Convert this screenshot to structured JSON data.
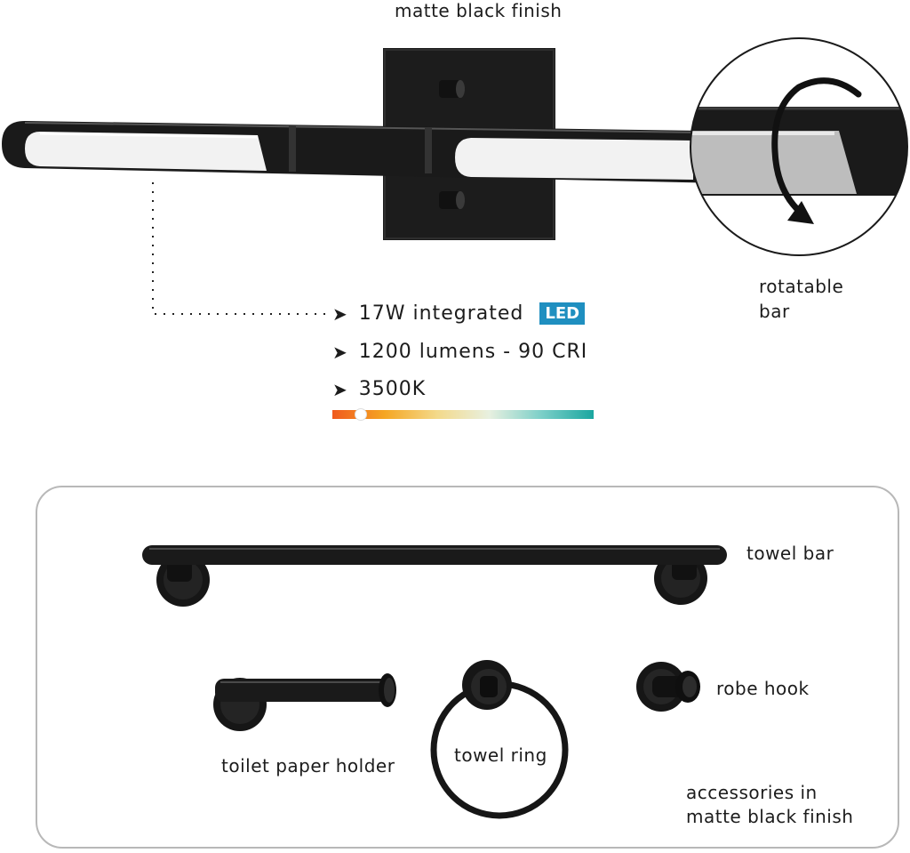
{
  "fixture": {
    "finish_label": "matte black finish",
    "rotate_label_line1": "rotatable",
    "rotate_label_line2": "bar"
  },
  "specs": [
    {
      "text": "17W integrated",
      "badge": "LED"
    },
    {
      "text": "1200 lumens - 90 CRI"
    },
    {
      "text": "3500K"
    }
  ],
  "color_temperature": {
    "value_label": "3500K",
    "indicator_fraction": 0.11,
    "gradient_colors": [
      "#f05a1e",
      "#f5a623",
      "#f3d98a",
      "#e8f0e0",
      "#7ccfc8",
      "#1aa6a0"
    ]
  },
  "accessories": {
    "towel_bar": "towel bar",
    "toilet_paper_holder": "toilet paper holder",
    "towel_ring": "towel ring",
    "robe_hook": "robe hook",
    "footer_line1": "accessories in",
    "footer_line2": "matte black finish"
  },
  "icons": [
    "chevron-right-icon",
    "led-badge-icon",
    "rotate-arrow-icon"
  ]
}
